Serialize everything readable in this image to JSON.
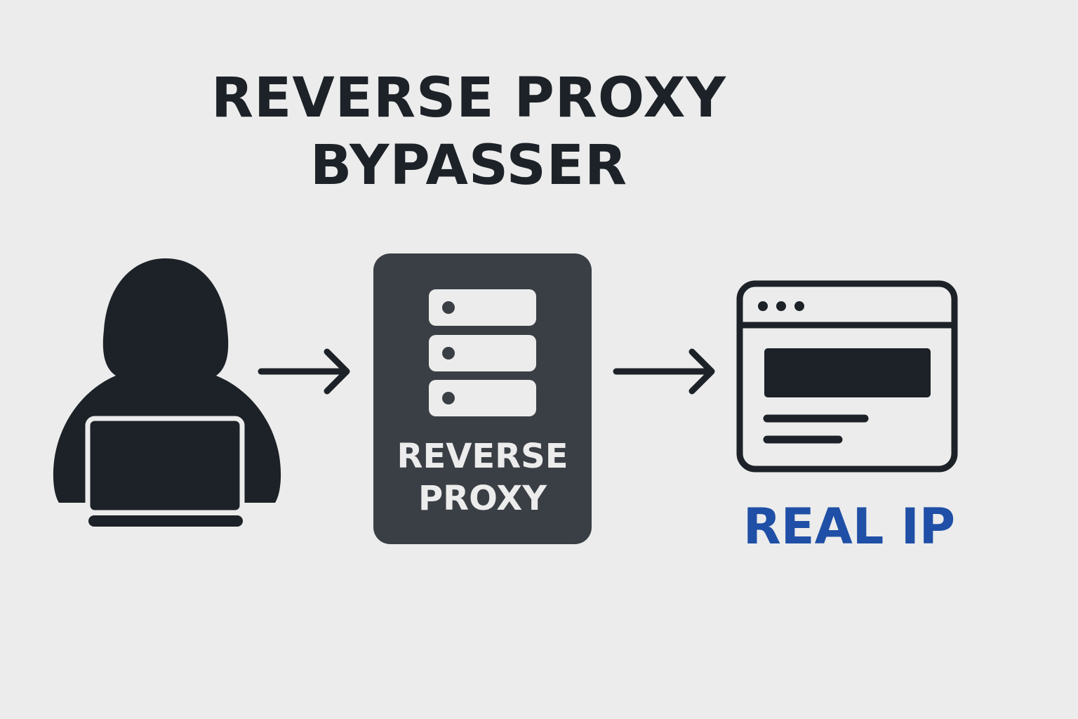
{
  "title": {
    "line1": "REVERSE PROXY",
    "line2": "BYPASSER"
  },
  "nodes": {
    "attacker": {
      "icon": "hooded-hacker-laptop-icon"
    },
    "proxy": {
      "icon": "server-stack-icon",
      "label_line1": "REVERSE",
      "label_line2": "PROXY"
    },
    "origin": {
      "icon": "browser-window-icon",
      "label": "REAL IP"
    }
  },
  "colors": {
    "background": "#ececec",
    "dark": "#1c2227",
    "proxy_box": "#3a3f45",
    "accent": "#1f4fa6"
  }
}
